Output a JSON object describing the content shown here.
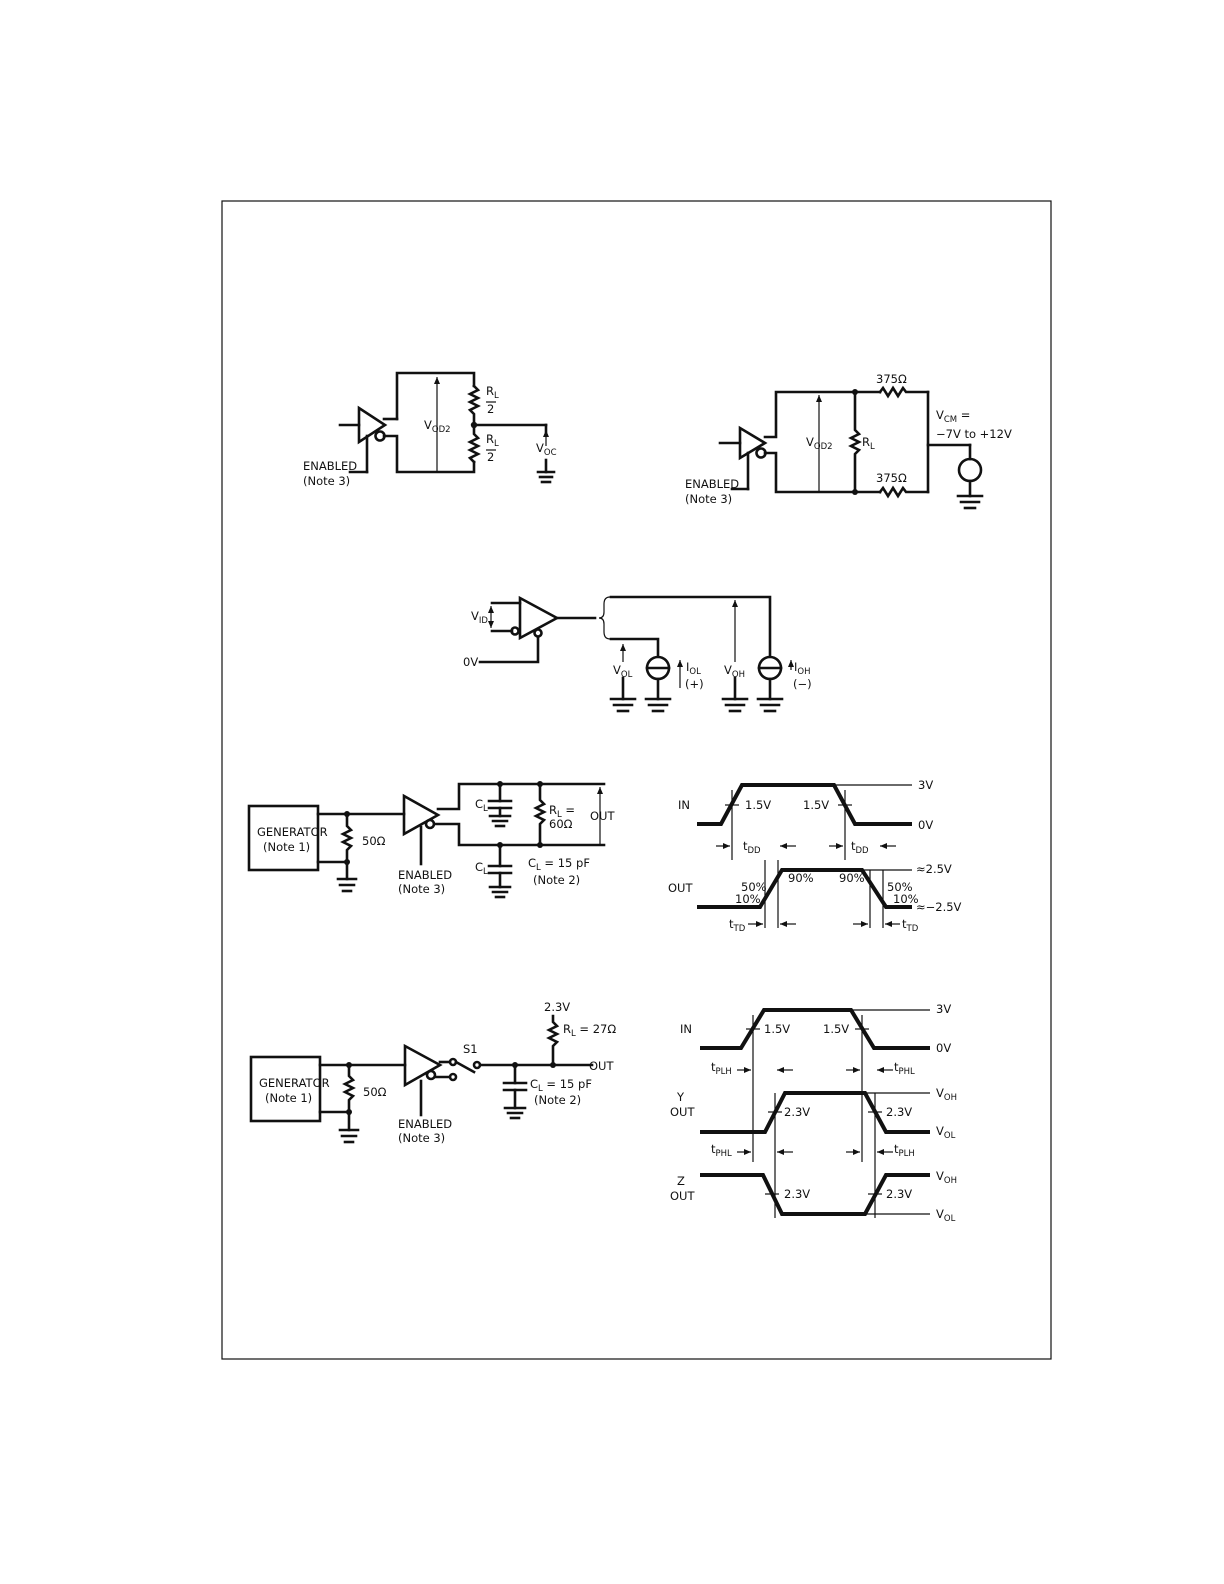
{
  "fig1": {
    "vod2": "V",
    "vod2_sub": "OD2",
    "rl": "R",
    "rl_sub": "L",
    "half": "2",
    "voc": "V",
    "voc_sub": "OC",
    "enabled": "ENABLED",
    "note": "(Note 3)"
  },
  "fig2": {
    "vod2": "V",
    "vod2_sub": "OD2",
    "rl": "R",
    "rl_sub": "L",
    "r_top": "375Ω",
    "r_bot": "375Ω",
    "vcm": "V",
    "vcm_sub": "CM",
    "vcm_eq": " =",
    "vcm_range": "−7V to +12V",
    "enabled": "ENABLED",
    "note": "(Note 3)"
  },
  "fig3": {
    "vid": "V",
    "vid_sub": "ID",
    "zero_v": "0V",
    "vol": "V",
    "vol_sub": "OL",
    "iol": "I",
    "iol_sub": "OL",
    "iol_sign": "(+)",
    "voh": "V",
    "voh_sub": "OH",
    "ioh": "I",
    "ioh_sub": "OH",
    "ioh_sign": "(−)"
  },
  "fig4": {
    "gen": "GENERATOR",
    "gen_note": "(Note 1)",
    "r50": "50Ω",
    "cl_top": "C",
    "cl_top_sub": "L",
    "cl_bot": "C",
    "cl_bot_sub": "L",
    "rl": "R",
    "rl_sub": "L",
    "rl_eq": " =",
    "rl_val": "60Ω",
    "out": "OUT",
    "cl_spec": "C",
    "cl_spec_sub": "L",
    "cl_spec_val": " = 15 pF",
    "cl_note": "(Note 2)",
    "enabled": "ENABLED",
    "note": "(Note 3)"
  },
  "fig5": {
    "in": "IN",
    "out": "OUT",
    "v3": "3V",
    "v0": "0V",
    "v15a": "1.5V",
    "v15b": "1.5V",
    "tdd": "t",
    "tdd_sub": "DD",
    "tdd2": "t",
    "tdd2_sub": "DD",
    "p50a": "50%",
    "p10a": "10%",
    "p90a": "90%",
    "p90b": "90%",
    "p50b": "50%",
    "p10b": "10%",
    "vhi": "≈2.5V",
    "vlo": "≈−2.5V",
    "ttd": "t",
    "ttd_sub": "TD",
    "ttd2": "t",
    "ttd2_sub": "TD"
  },
  "fig6": {
    "gen": "GENERATOR",
    "gen_note": "(Note 1)",
    "r50": "50Ω",
    "s1": "S1",
    "vsup": "2.3V",
    "rl": "R",
    "rl_sub": "L",
    "rl_val": " = 27Ω",
    "out": "OUT",
    "cl": "C",
    "cl_sub": "L",
    "cl_val": " = 15 pF",
    "cl_note": "(Note 2)",
    "enabled": "ENABLED",
    "note": "(Note 3)"
  },
  "fig7": {
    "in": "IN",
    "y": "Y",
    "z": "Z",
    "out": "OUT",
    "v3": "3V",
    "v0": "0V",
    "v15a": "1.5V",
    "v15b": "1.5V",
    "tplh": "t",
    "tplh_sub": "PLH",
    "tphl": "t",
    "tphl_sub": "PHL",
    "tphl2": "t",
    "tphl2_sub": "PHL",
    "tplh2": "t",
    "tplh2_sub": "PLH",
    "voh": "V",
    "voh_sub": "OH",
    "vol": "V",
    "vol_sub": "OL",
    "voh2": "V",
    "voh2_sub": "OH",
    "vol2": "V",
    "vol2_sub": "OL",
    "v23a": "2.3V",
    "v23b": "2.3V",
    "v23c": "2.3V",
    "v23d": "2.3V"
  }
}
